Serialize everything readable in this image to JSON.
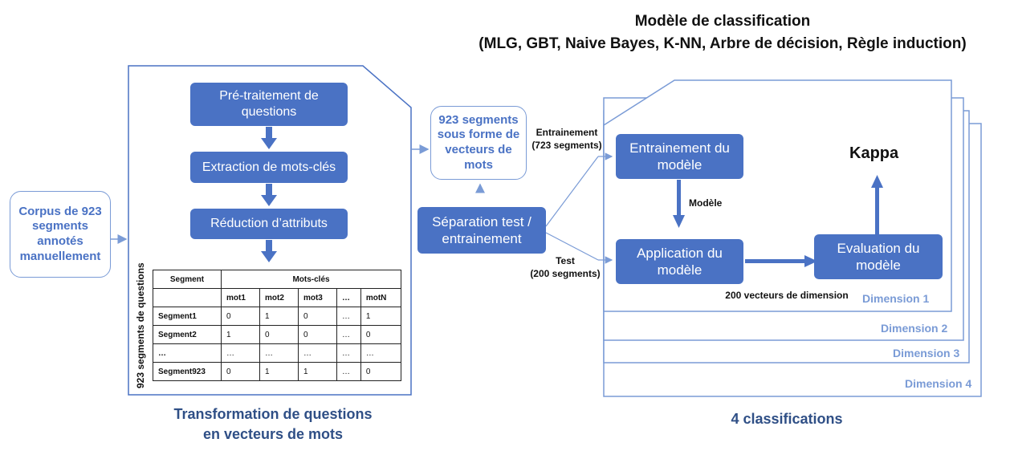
{
  "model_title_line1": "Modèle de classification",
  "model_title_line2": "(MLG, GBT, Naive Bayes, K-NN, Arbre de décision, Règle induction)",
  "corpus_label": "Corpus de 923 segments annotés manuellement",
  "steps": {
    "pretraitement": "Pré-traitement de questions",
    "extraction": "Extraction de mots-clés",
    "reduction": "Réduction d’attributs"
  },
  "side_label": "923 segments de questions",
  "table": {
    "col_segment": "Segment",
    "col_keywords": "Mots-clés",
    "subheaders": [
      "mot1",
      "mot2",
      "mot3",
      "…",
      "motN"
    ],
    "rows": [
      {
        "name": "Segment1",
        "values": [
          "0",
          "1",
          "0",
          "…",
          "1"
        ]
      },
      {
        "name": "Segment2",
        "values": [
          "1",
          "0",
          "0",
          "…",
          "0"
        ]
      },
      {
        "name": "…",
        "values": [
          "…",
          "…",
          "…",
          "…",
          "…"
        ]
      },
      {
        "name": "Segment923",
        "values": [
          "0",
          "1",
          "1",
          "…",
          "0"
        ]
      }
    ]
  },
  "caption_left_line1": "Transformation de questions",
  "caption_left_line2": "en vecteurs de mots",
  "vectors_box": "923 segments sous forme de vecteurs de mots",
  "separation_box": "Séparation test / entrainement",
  "train_label_line1": "Entrainement",
  "train_label_line2": "(723 segments)",
  "test_label_line1": "Test",
  "test_label_line2": "(200 segments)",
  "train_model": "Entrainement du modèle",
  "model_label": "Modèle",
  "apply_model": "Application du modèle",
  "eval_model": "Evaluation du modèle",
  "kappa": "Kappa",
  "vectors_dim": "200 vecteurs de dimension",
  "dimensions": [
    "Dimension 1",
    "Dimension 2",
    "Dimension 3",
    "Dimension 4"
  ],
  "caption_right": "4 classifications"
}
